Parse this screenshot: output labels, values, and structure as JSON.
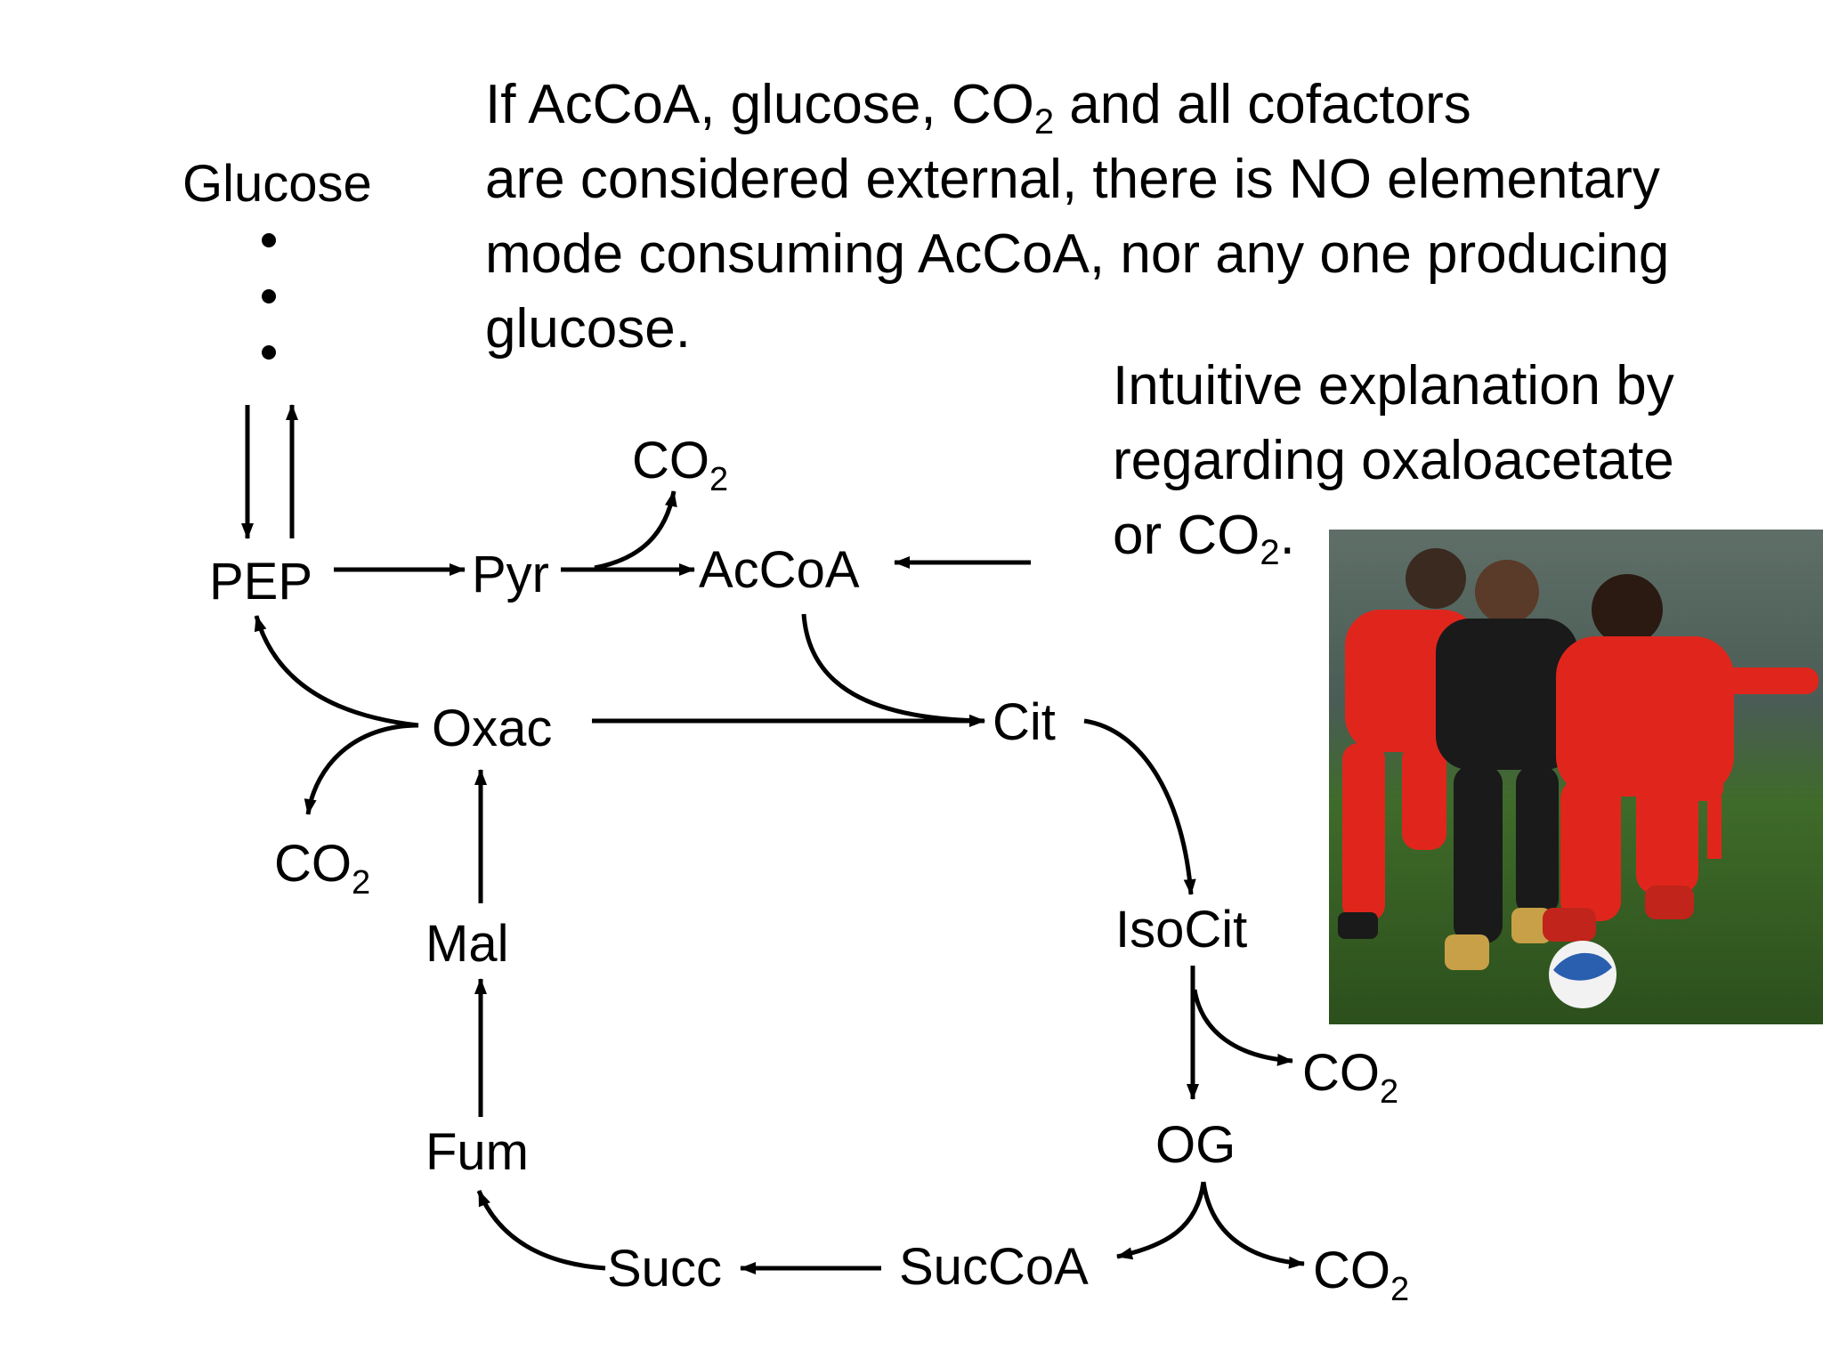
{
  "notes": {
    "main": {
      "line1_pre": "If AcCoA, glucose, CO",
      "line1_sub": "2",
      "line1_post": " and all cofactors",
      "line2": "are considered external, there is NO elementary",
      "line3": "mode consuming AcCoA, nor any one producing",
      "line4": "glucose."
    },
    "intuitive": {
      "line1": "Intuitive explanation by",
      "line2": "regarding oxaloacetate",
      "line3_pre": "or CO",
      "line3_sub": "2",
      "line3_post": "."
    }
  },
  "nodes": {
    "glucose": "Glucose",
    "pep": "PEP",
    "pyr": "Pyr",
    "accoa": "AcCoA",
    "oxac": "Oxac",
    "cit": "Cit",
    "isocit": "IsoCit",
    "og": "OG",
    "succoa": "SucCoA",
    "succ": "Succ",
    "fum": "Fum",
    "mal": "Mal",
    "co2_main": "CO",
    "co2_sub": "2"
  },
  "photo": {
    "description_icon": "soccer-players-photo",
    "colors": {
      "grass": "#3f6b2a",
      "grass_dark": "#2c4f1c",
      "stadium": "#4a5c55",
      "red_kit": "#e0261c",
      "black_kit": "#1a1a1a",
      "ball": "#f2f2f2"
    }
  }
}
